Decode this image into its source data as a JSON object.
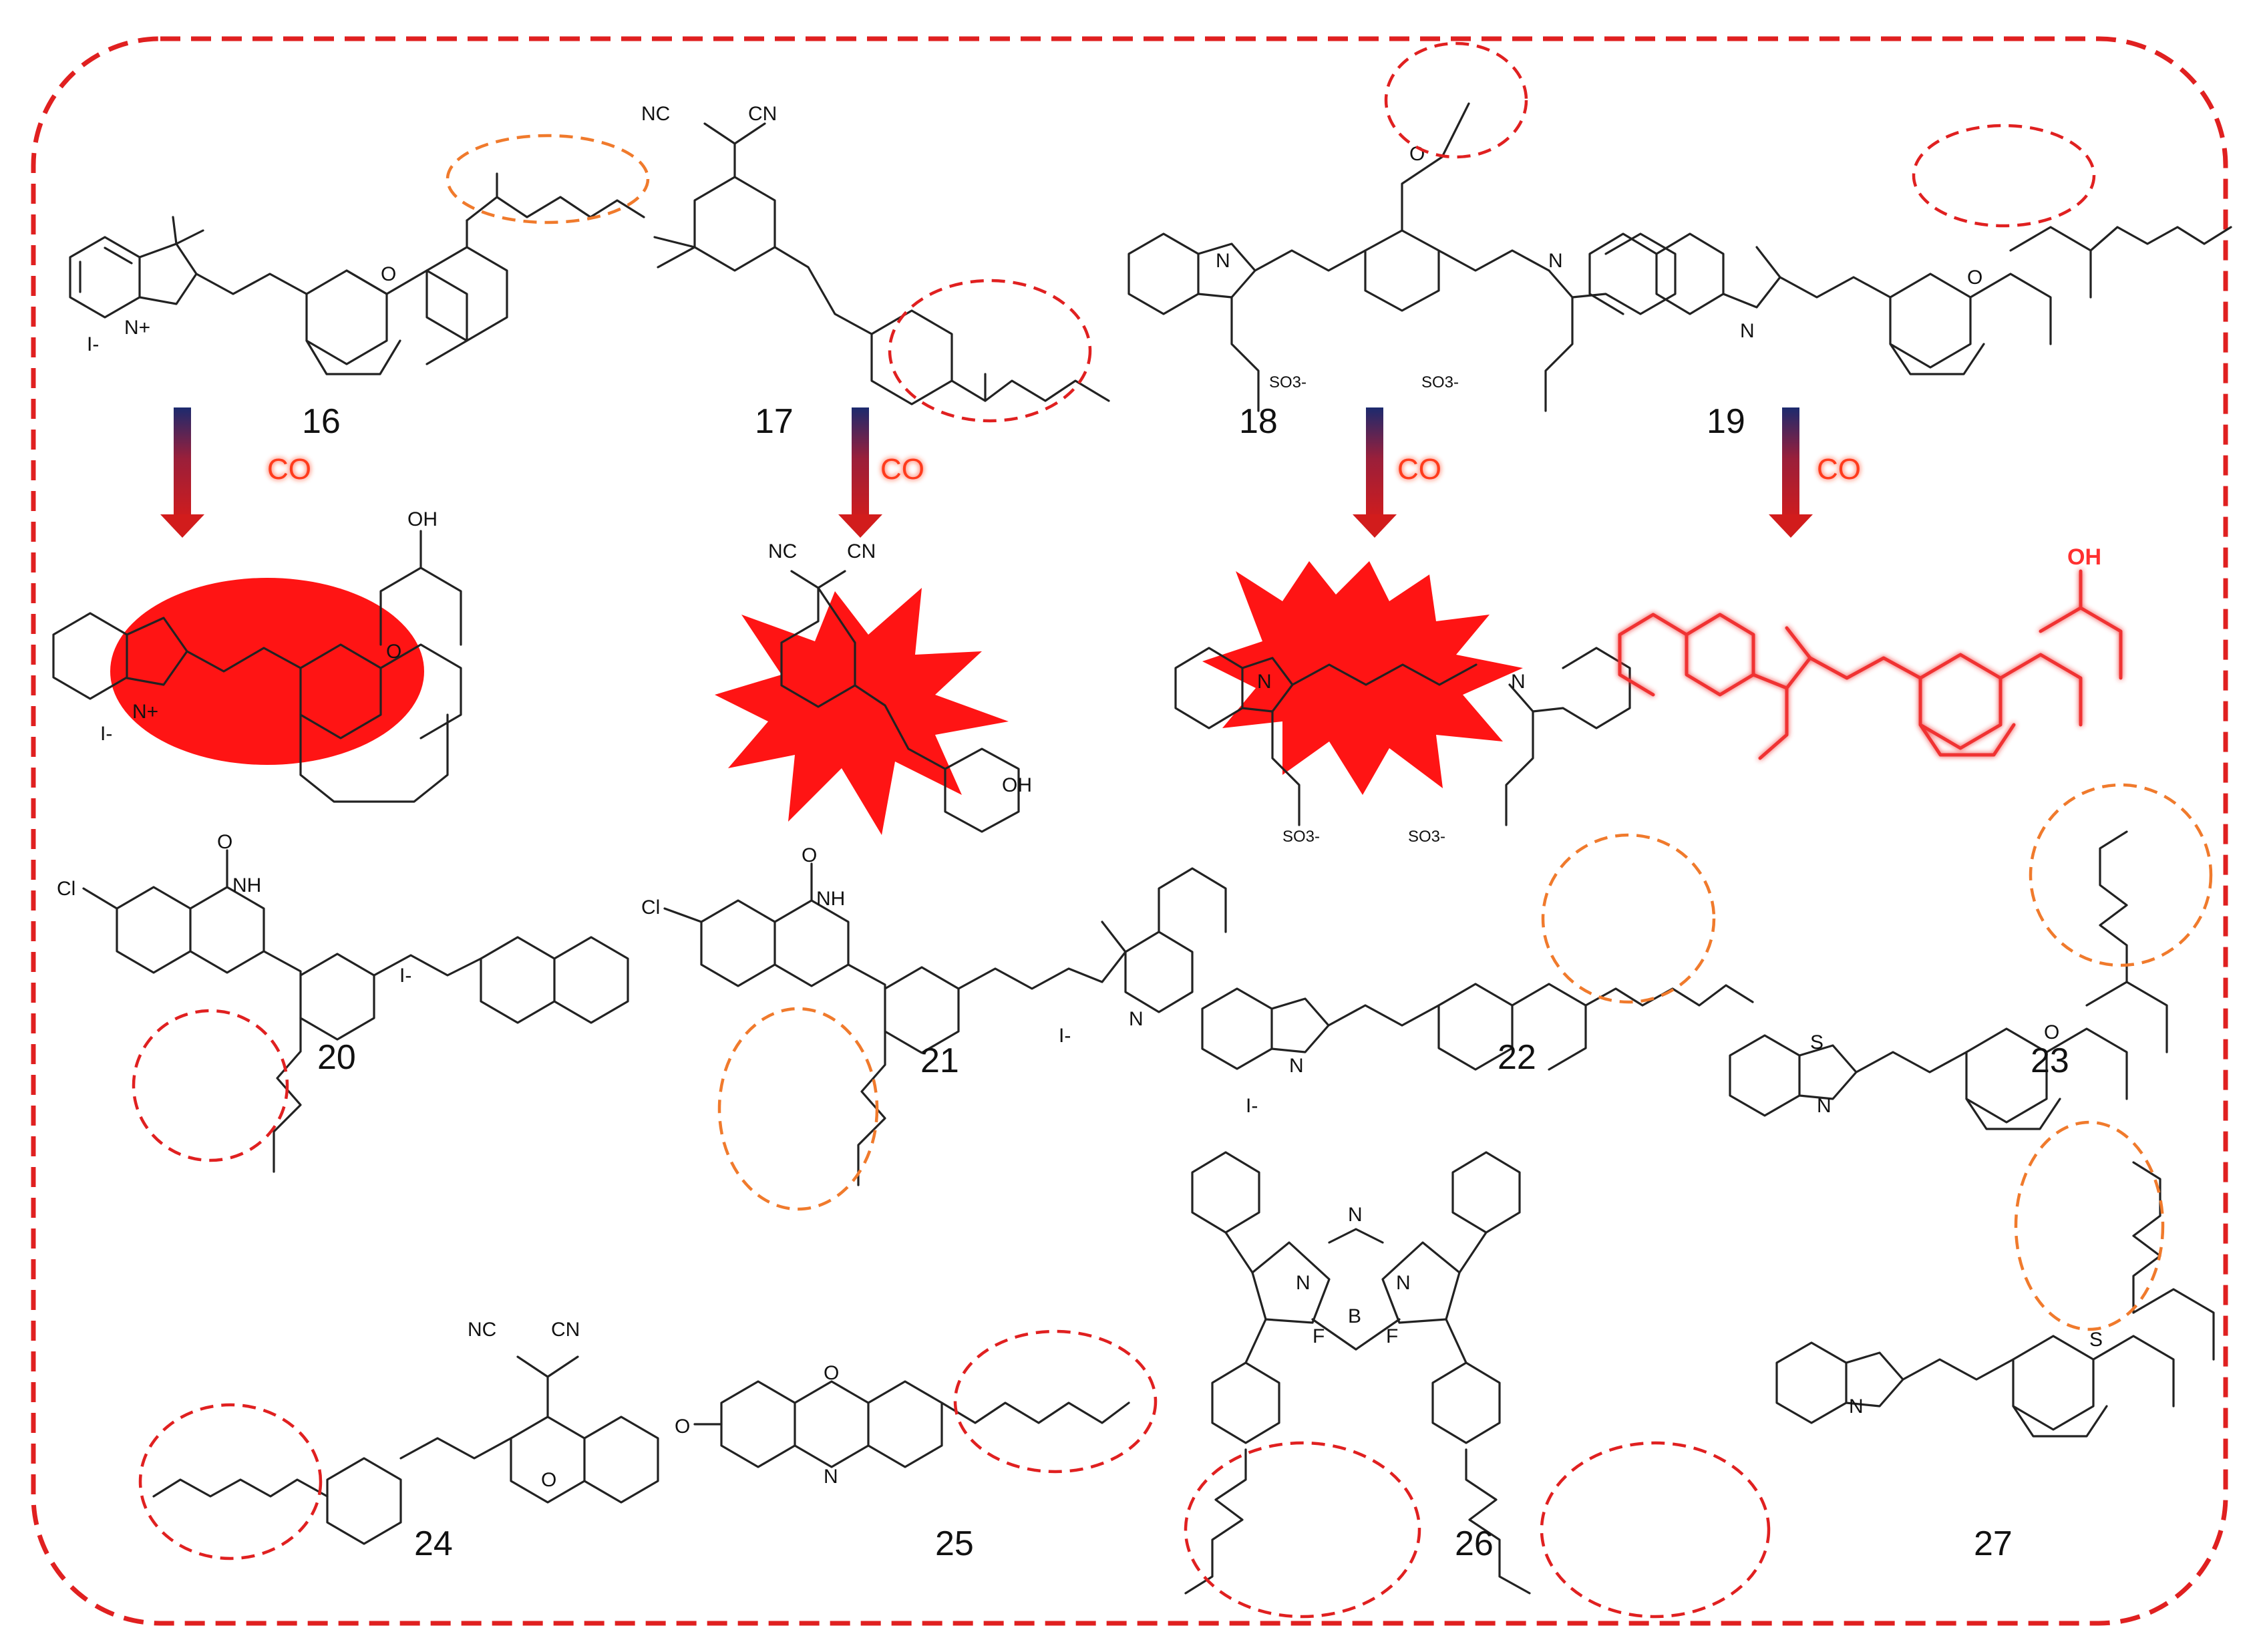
{
  "colors": {
    "frame": "#e02020",
    "red_oval": "#e02020",
    "orange_oval": "#f07a2c",
    "co_label": "#ff3a1a",
    "fluorescence": "#ff1414",
    "arrow_dark": "#1c2a6e",
    "arrow_red": "#d21c1c"
  },
  "compounds": [
    {
      "number": "16"
    },
    {
      "number": "17"
    },
    {
      "number": "18"
    },
    {
      "number": "19"
    },
    {
      "number": "20"
    },
    {
      "number": "21"
    },
    {
      "number": "22"
    },
    {
      "number": "23"
    },
    {
      "number": "24"
    },
    {
      "number": "25"
    },
    {
      "number": "26"
    },
    {
      "number": "27"
    }
  ],
  "reaction_label": "CO",
  "atoms": {
    "nc": "NC",
    "cn": "CN",
    "n_plus": "N+",
    "n": "N",
    "i_minus": "I-",
    "o": "O",
    "oh": "OH",
    "so3": "SO3-",
    "cl": "Cl",
    "nh": "NH",
    "s": "S",
    "b": "B",
    "f": "F"
  },
  "icons": [
    "down-arrow-icon",
    "fluorescence-burst-icon",
    "allyl-carbonate-oval-icon"
  ]
}
